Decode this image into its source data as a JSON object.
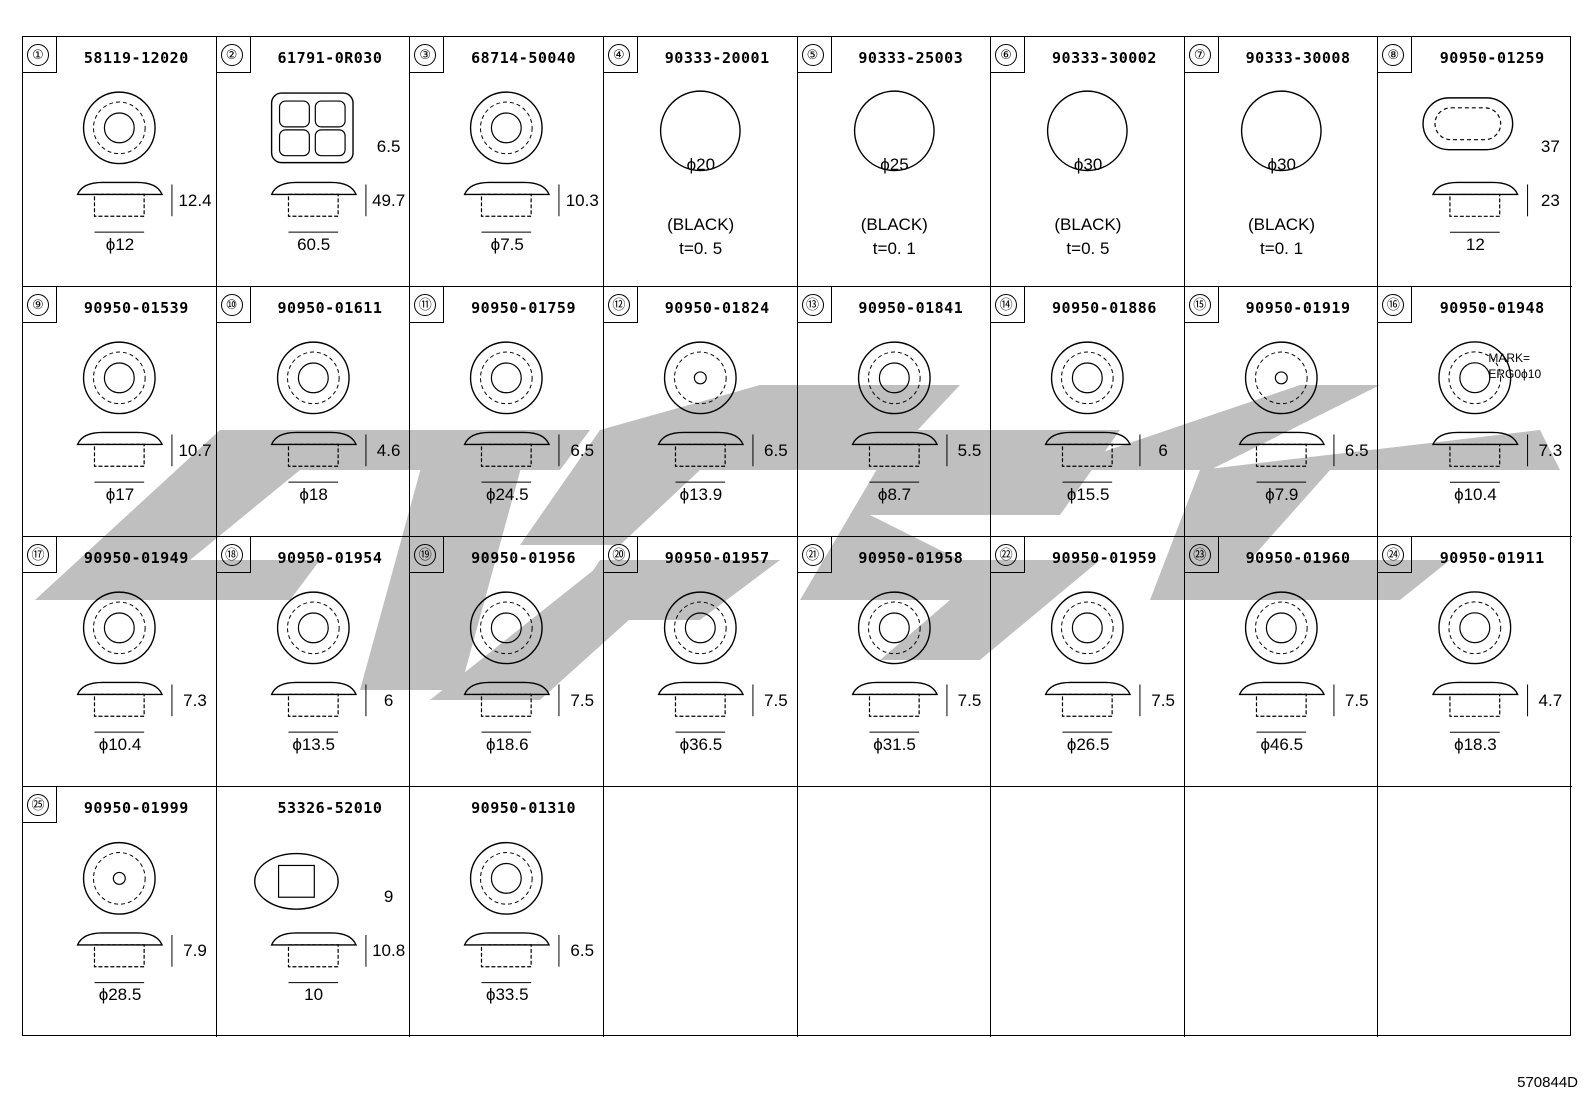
{
  "document_code": "570844D",
  "parts": [
    {
      "num": "①",
      "part_no": "58119-12020",
      "dims": [
        "12.4",
        "ϕ12"
      ]
    },
    {
      "num": "②",
      "part_no": "61791-0R030",
      "dims": [
        "49.7",
        "60.5",
        "6.5"
      ]
    },
    {
      "num": "③",
      "part_no": "68714-50040",
      "dims": [
        "10.3",
        "ϕ7.5"
      ]
    },
    {
      "num": "④",
      "part_no": "90333-20001",
      "dims": [
        "ϕ20"
      ],
      "color": "(BLACK)",
      "thickness": "t=0. 5"
    },
    {
      "num": "⑤",
      "part_no": "90333-25003",
      "dims": [
        "ϕ25"
      ],
      "color": "(BLACK)",
      "thickness": "t=0. 1"
    },
    {
      "num": "⑥",
      "part_no": "90333-30002",
      "dims": [
        "ϕ30"
      ],
      "color": "(BLACK)",
      "thickness": "t=0. 5"
    },
    {
      "num": "⑦",
      "part_no": "90333-30008",
      "dims": [
        "ϕ30"
      ],
      "color": "(BLACK)",
      "thickness": "t=0. 1"
    },
    {
      "num": "⑧",
      "part_no": "90950-01259",
      "dims": [
        "23",
        "12",
        "37"
      ]
    },
    {
      "num": "⑨",
      "part_no": "90950-01539",
      "dims": [
        "10.7",
        "ϕ17"
      ]
    },
    {
      "num": "⑩",
      "part_no": "90950-01611",
      "dims": [
        "4.6",
        "ϕ18"
      ]
    },
    {
      "num": "⑪",
      "part_no": "90950-01759",
      "dims": [
        "6.5",
        "ϕ24.5"
      ]
    },
    {
      "num": "⑫",
      "part_no": "90950-01824",
      "dims": [
        "6.5",
        "ϕ13.9"
      ]
    },
    {
      "num": "⑬",
      "part_no": "90950-01841",
      "dims": [
        "5.5",
        "ϕ8.7"
      ]
    },
    {
      "num": "⑭",
      "part_no": "90950-01886",
      "dims": [
        "6",
        "ϕ15.5"
      ]
    },
    {
      "num": "⑮",
      "part_no": "90950-01919",
      "dims": [
        "6.5",
        "ϕ7.9"
      ]
    },
    {
      "num": "⑯",
      "part_no": "90950-01948",
      "dims": [
        "7.3",
        "ϕ10.4"
      ],
      "note": [
        "MARK=",
        "ERG0ϕ10"
      ]
    },
    {
      "num": "⑰",
      "part_no": "90950-01949",
      "dims": [
        "7.3",
        "ϕ10.4"
      ]
    },
    {
      "num": "⑱",
      "part_no": "90950-01954",
      "dims": [
        "6",
        "ϕ13.5"
      ]
    },
    {
      "num": "⑲",
      "part_no": "90950-01956",
      "dims": [
        "7.5",
        "ϕ18.6"
      ]
    },
    {
      "num": "⑳",
      "part_no": "90950-01957",
      "dims": [
        "7.5",
        "ϕ36.5"
      ]
    },
    {
      "num": "㉑",
      "part_no": "90950-01958",
      "dims": [
        "7.5",
        "ϕ31.5"
      ]
    },
    {
      "num": "㉒",
      "part_no": "90950-01959",
      "dims": [
        "7.5",
        "ϕ26.5"
      ]
    },
    {
      "num": "㉓",
      "part_no": "90950-01960",
      "dims": [
        "7.5",
        "ϕ46.5"
      ]
    },
    {
      "num": "㉔",
      "part_no": "90950-01911",
      "dims": [
        "4.7",
        "ϕ18.3"
      ]
    },
    {
      "num": "㉕",
      "part_no": "90950-01999",
      "dims": [
        "7.9",
        "ϕ28.5"
      ]
    },
    {
      "num": "",
      "part_no": "53326-52010",
      "dims": [
        "10.8",
        "10",
        "9"
      ]
    },
    {
      "num": "",
      "part_no": "90950-01310",
      "dims": [
        "6.5",
        "ϕ33.5"
      ]
    }
  ]
}
